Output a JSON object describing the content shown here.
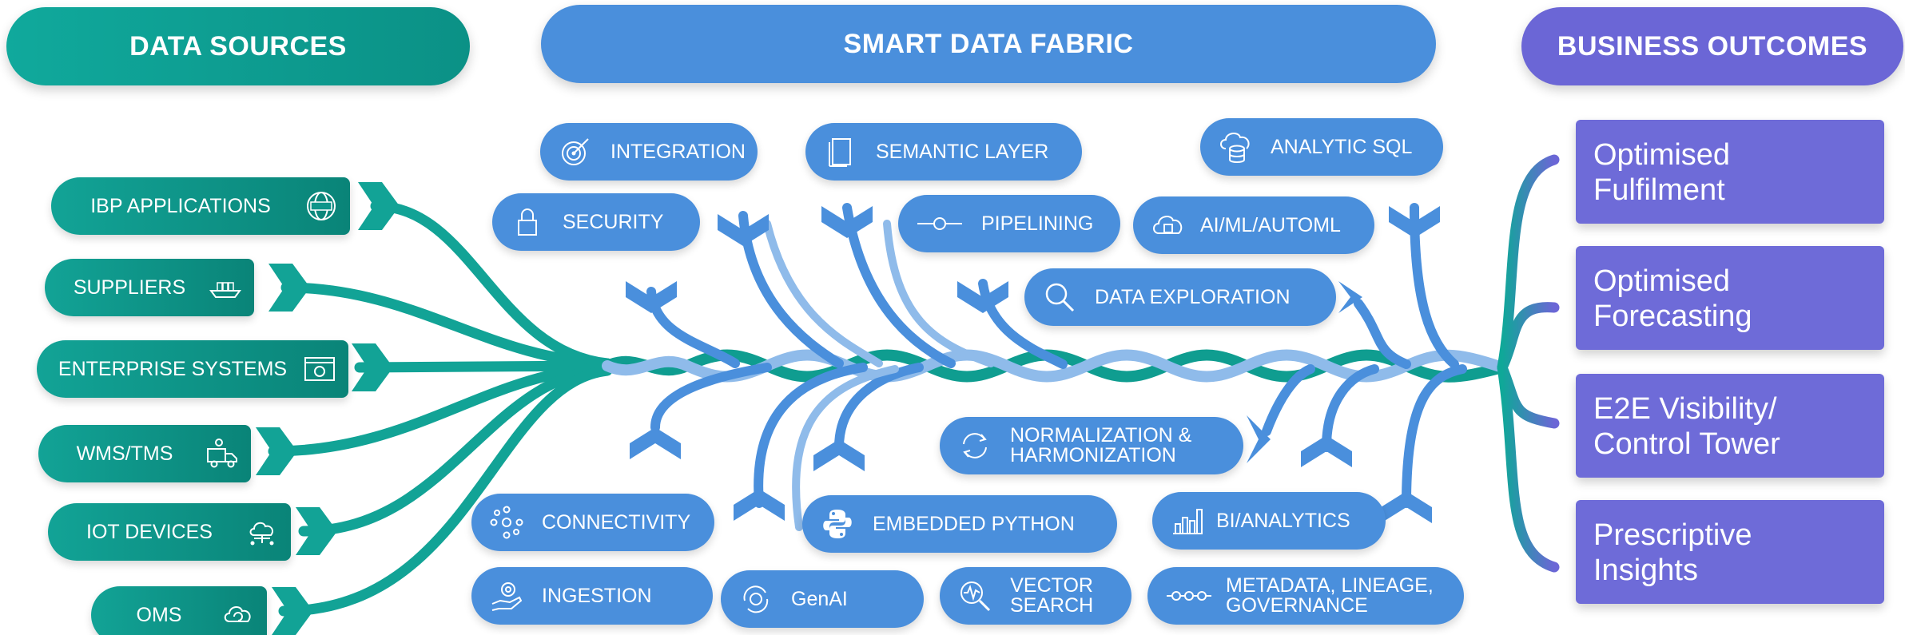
{
  "headers": {
    "sources": "DATA SOURCES",
    "fabric": "SMART DATA FABRIC",
    "outcomes": "BUSINESS OUTCOMES"
  },
  "sources": [
    {
      "label": "IBP APPLICATIONS",
      "icon": "globe-oms-icon"
    },
    {
      "label": "SUPPLIERS",
      "icon": "cargo-ship-icon"
    },
    {
      "label": "ENTERPRISE SYSTEMS",
      "icon": "browser-gear-icon"
    },
    {
      "label": "WMS/TMS",
      "icon": "delivery-truck-gear-icon"
    },
    {
      "label": "IOT DEVICES",
      "icon": "cloud-network-icon"
    },
    {
      "label": "OMS",
      "icon": "cloud-sync-icon"
    }
  ],
  "fabric": {
    "integration": {
      "label": "INTEGRATION",
      "icon": "target-arrow-icon"
    },
    "semantic_layer": {
      "label": "SEMANTIC LAYER",
      "icon": "document-icon"
    },
    "analytic_sql": {
      "label": "ANALYTIC SQL",
      "icon": "cloud-database-icon"
    },
    "security": {
      "label": "SECURITY",
      "icon": "lock-icon"
    },
    "pipelining": {
      "label": "PIPELINING",
      "icon": "pipeline-node-icon"
    },
    "ai_ml": {
      "label": "AI/ML/AUTOML",
      "icon": "cloud-chip-icon"
    },
    "data_exploration": {
      "label": "DATA EXPLORATION",
      "icon": "magnifier-icon"
    },
    "normalization": {
      "label": "NORMALIZATION &\nHARMONIZATION",
      "icon": "cycle-arrows-icon"
    },
    "connectivity": {
      "label": "CONNECTIVITY",
      "icon": "network-hub-icon"
    },
    "embedded_python": {
      "label": "EMBEDDED PYTHON",
      "icon": "python-logo-icon"
    },
    "bi_analytics": {
      "label": "BI/ANALYTICS",
      "icon": "bar-chart-icon"
    },
    "ingestion": {
      "label": "INGESTION",
      "icon": "hand-gear-icon"
    },
    "genai": {
      "label": "GenAI",
      "icon": "brain-cycle-icon"
    },
    "vector_search": {
      "label": "VECTOR\nSEARCH",
      "icon": "search-waveform-icon"
    },
    "metadata": {
      "label": "METADATA, LINEAGE,\nGOVERNANCE",
      "icon": "node-chain-icon"
    }
  },
  "outcomes": [
    "Optimised\nFulfilment",
    "Optimised\nForecasting",
    "E2E Visibility/\nControl Tower",
    "Prescriptive\nInsights"
  ],
  "colors": {
    "teal": "#0f9d90",
    "blue": "#4a8fdc",
    "light_blue": "#8fbbea",
    "purple": "#6b66d6"
  }
}
